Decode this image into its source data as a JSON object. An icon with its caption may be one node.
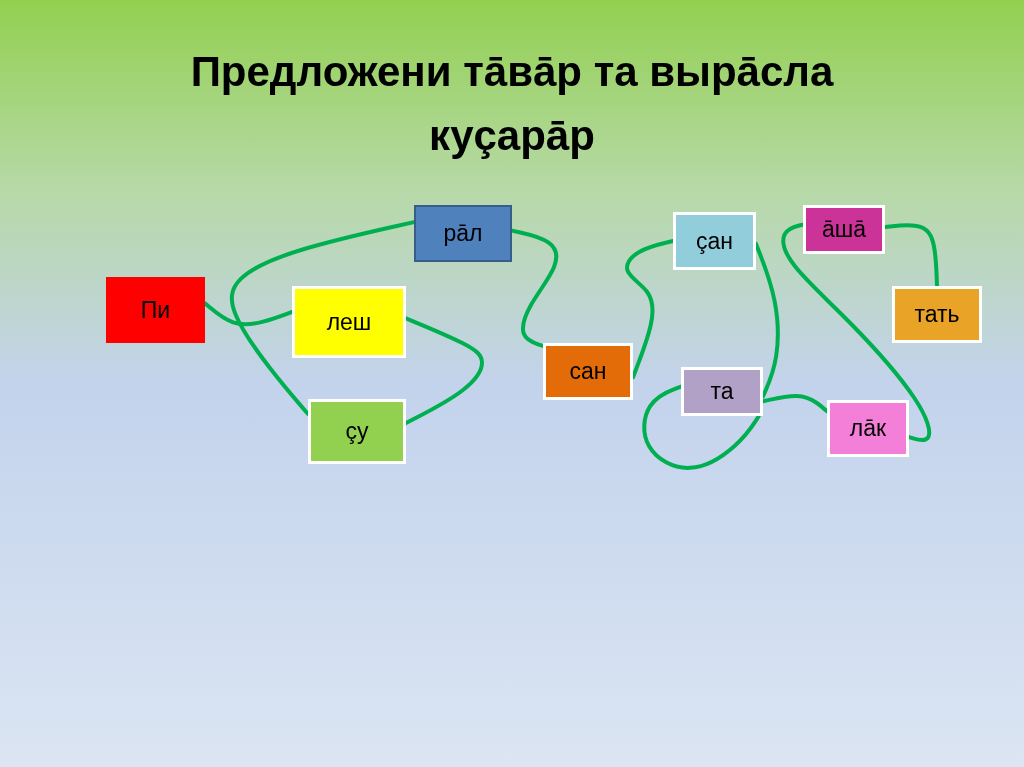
{
  "diagram": {
    "title": "Предложени тāвāр та вырāсла куçарāр",
    "nodes": [
      {
        "text": [
          "Пи"
        ]
      },
      {
        "text": [
          "рāл"
        ]
      },
      {
        "text": [
          "леш"
        ]
      },
      {
        "text": [
          "çу"
        ]
      },
      {
        "text": [
          "сан"
        ]
      },
      {
        "text": [
          "çан"
        ]
      },
      {
        "text": [
          "та"
        ]
      },
      {
        "text": [
          "āшā"
        ]
      },
      {
        "text": [
          "тать"
        ]
      },
      {
        "text": [
          "лāк"
        ]
      }
    ],
    "edges": [
      {
        "from": 0,
        "to": 2,
        "arrow": "none"
      },
      {
        "from": 2,
        "to": 3,
        "arrow": "none"
      },
      {
        "from": 3,
        "to": 1,
        "arrow": "none"
      },
      {
        "from": 1,
        "to": 4,
        "arrow": "none"
      },
      {
        "from": 4,
        "to": 5,
        "arrow": "none"
      },
      {
        "from": 5,
        "to": 6,
        "arrow": "none"
      },
      {
        "from": 6,
        "to": 6,
        "arrow": "none"
      },
      {
        "from": 6,
        "to": 9,
        "arrow": "none"
      },
      {
        "from": 9,
        "to": 7,
        "arrow": "none"
      },
      {
        "from": 7,
        "to": 8,
        "arrow": "none"
      }
    ]
  }
}
